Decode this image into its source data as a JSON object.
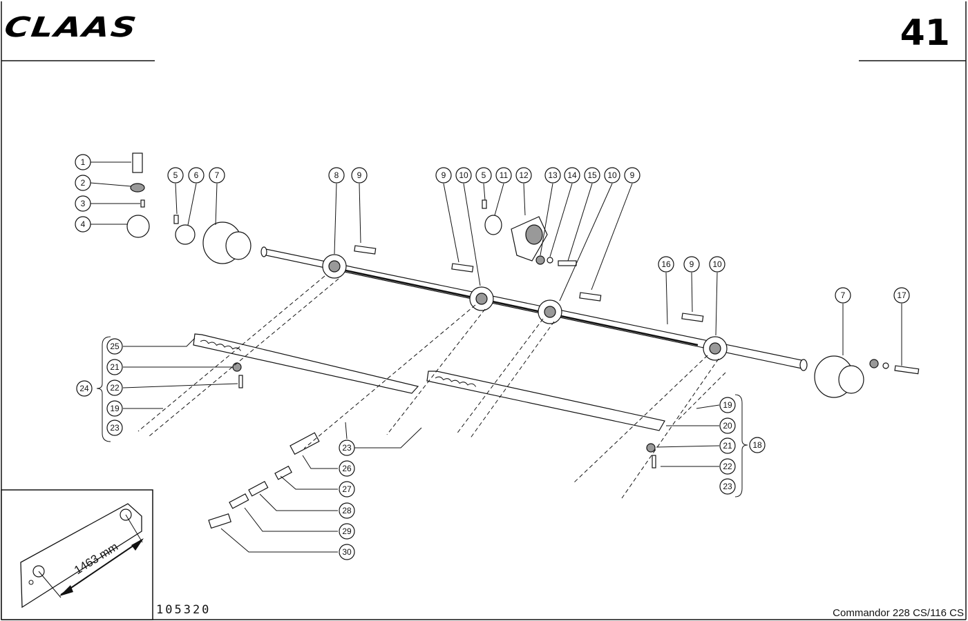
{
  "header": {
    "brand": "CLAAS",
    "page_number": "41"
  },
  "footer": {
    "drawing_number": "105320",
    "model": "Commandor  228 CS/116 CS"
  },
  "inset": {
    "dimension": "1463 mm"
  },
  "callouts": [
    "1",
    "2",
    "3",
    "4",
    "5",
    "6",
    "7",
    "8",
    "9",
    "9",
    "10",
    "5",
    "11",
    "12",
    "13",
    "14",
    "15",
    "10",
    "9",
    "16",
    "9",
    "10",
    "7",
    "17",
    "25",
    "21",
    "24",
    "22",
    "19",
    "23",
    "23",
    "26",
    "27",
    "28",
    "29",
    "30",
    "19",
    "20",
    "21",
    "18",
    "22",
    "23"
  ]
}
